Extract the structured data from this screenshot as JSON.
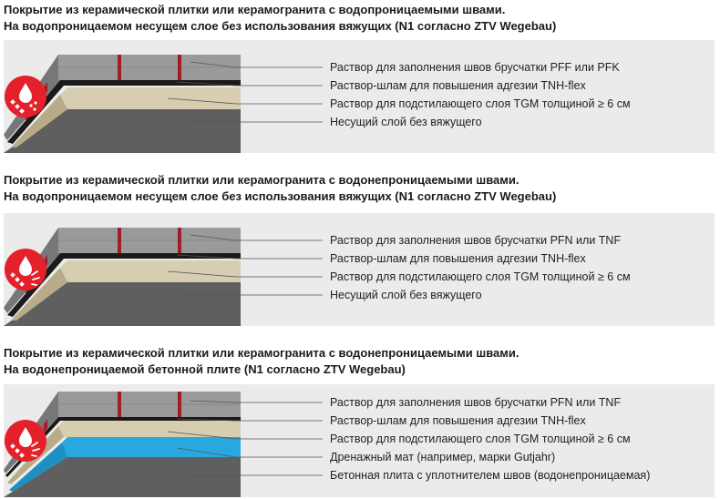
{
  "sections": [
    {
      "heading_line1": "Покрытие из керамической плитки или керамогранита с водопроницаемыми швами.",
      "heading_line2": "На водопроницаемом несущем слое без использования вяжущих (N1 согласно ZTV Wegebau)",
      "layers": [
        "Раствор для заполнения швов брусчатки PFF или PFK",
        "Раствор-шлам для повышения адгезии TNH-flex",
        "Раствор для подстилающего слоя TGM толщиной ≥ 6 см",
        "Несущий слой без вяжущего"
      ],
      "badge_icon": "water-drop-permeable-icon"
    },
    {
      "heading_line1": "Покрытие из керамической плитки или керамогранита с водонепроницаемыми швами.",
      "heading_line2": "На водопроницаемом несущем слое без использования вяжущих (N1 согласно ZTV Wegebau)",
      "layers": [
        "Раствор для заполнения швов брусчатки PFN или TNF",
        "Раствор-шлам для повышения адгезии TNH-flex",
        "Раствор для подстилающего слоя TGM толщиной ≥ 6 см",
        "Несущий слой без вяжущего"
      ],
      "badge_icon": "water-drop-impermeable-icon"
    },
    {
      "heading_line1": "Покрытие из керамической плитки или керамогранита с водонепроницаемыми швами.",
      "heading_line2": "На водонепроницаемой бетонной плите (N1 согласно ZTV Wegebau)",
      "layers": [
        "Раствор для заполнения швов брусчатки PFN или TNF",
        "Раствор-шлам для повышения адгезии TNH-flex",
        "Раствор для подстилающего слоя TGM толщиной ≥ 6 см",
        "Дренажный мат (например, марки Gutjahr)",
        "Бетонная плита с уплотнителем швов (водонепроницаемая)"
      ],
      "badge_icon": "water-drop-impermeable-icon"
    }
  ],
  "colors": {
    "panel": "#ebebeb",
    "tile_top": "#9a9a9a",
    "tile_front": "#6e6e6e",
    "joint": "#a01e28",
    "adhesion": "#1a1a1a",
    "bedding": "#d7cdb0",
    "bedding_side": "#b7ab8a",
    "base": "#5f5f5f",
    "drain": "#29a8df",
    "badge": "#e4202a"
  }
}
